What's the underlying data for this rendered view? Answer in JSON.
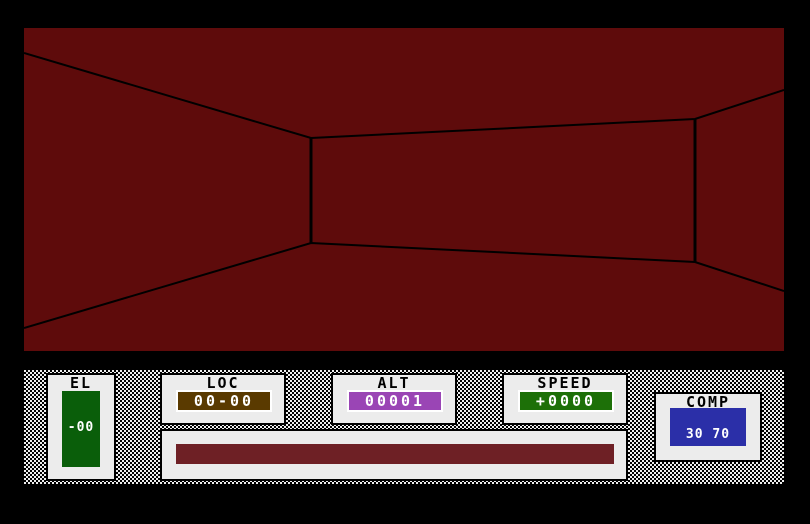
{
  "colors": {
    "wall": "#5e0b0b",
    "loc": "#5a3a00",
    "alt": "#9a45b5",
    "speed": "#1d7008",
    "comp": "#2b2fa8",
    "el": "#0a5e0a",
    "bar": "#6e2025"
  },
  "hud": {
    "el": {
      "label": "EL",
      "value": "-00"
    },
    "loc": {
      "label": "LOC",
      "value": "00-00"
    },
    "alt": {
      "label": "ALT",
      "value": "00001"
    },
    "speed": {
      "label": "SPEED",
      "value": "+0000"
    },
    "comp": {
      "label": "COMP",
      "value": "30 70"
    }
  }
}
